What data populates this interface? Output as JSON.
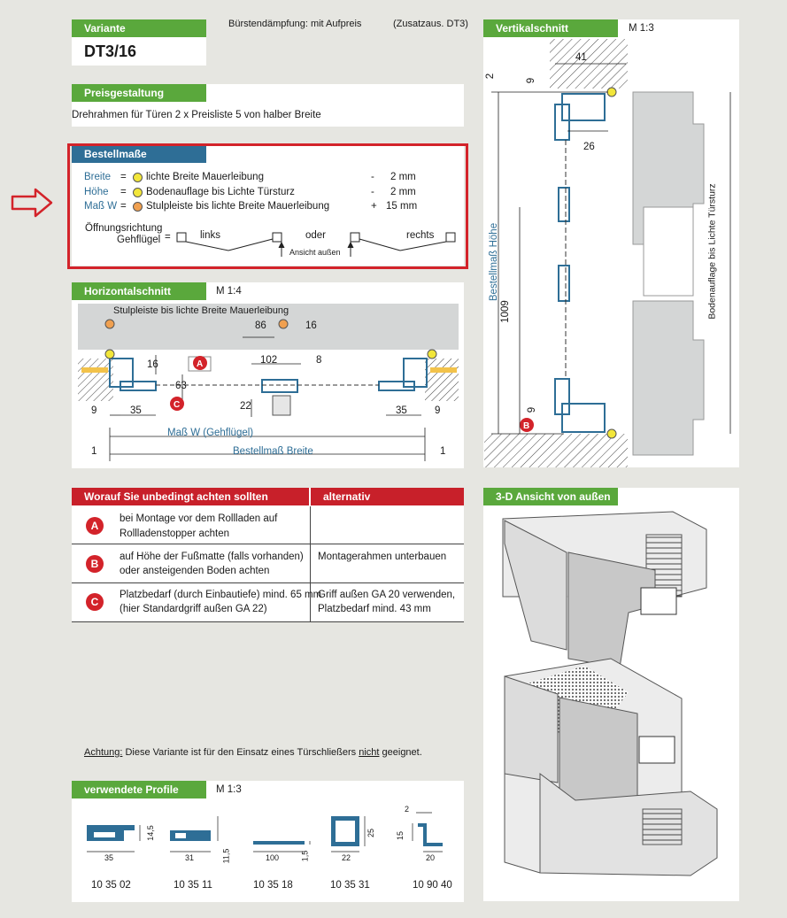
{
  "variante": {
    "label": "Variante",
    "value": "DT3/16"
  },
  "top_notes": {
    "brush": "Bürstendämpfung:  mit Aufpreis",
    "addon": "(Zusatzaus. DT3)"
  },
  "preis": {
    "label": "Preisgestaltung",
    "text": "Drehrahmen für Türen   2 x Preisliste 5  von halber Breite"
  },
  "bestell": {
    "label": "Bestellmaße",
    "rows": [
      {
        "term": "Breite",
        "eq": "=",
        "desc": "lichte Breite Mauerleibung",
        "sign": "-",
        "value": "2 mm"
      },
      {
        "term": "Höhe",
        "eq": "=",
        "desc": "Bodenauflage bis Lichte Türsturz",
        "sign": "-",
        "value": "2 mm"
      },
      {
        "term": "Maß W",
        "eq": "=",
        "desc": "Stulpleiste bis lichte Breite Mauerleibung",
        "sign": "+",
        "value": "15 mm"
      }
    ],
    "opening_label_1": "Öffnungsrichtung",
    "opening_label_2": "Gehflügel",
    "links": "links",
    "oder": "oder",
    "rechts": "rechts",
    "ansicht": "Ansicht außen"
  },
  "horizontal": {
    "label": "Horizontalschnitt",
    "scale": "M 1:4",
    "stulp": "Stulpleiste bis lichte Breite Mauerleibung",
    "dims": [
      "86",
      "16",
      "16",
      "102",
      "8",
      "63",
      "22",
      "9",
      "35",
      "35",
      "9",
      "1",
      "1"
    ],
    "mass_w": "Maß W (Gehflügel)",
    "breite": "Bestellmaß Breite"
  },
  "vertical": {
    "label": "Vertikalschnitt",
    "scale": "M 1:3",
    "dims": [
      "41",
      "2",
      "9",
      "26",
      "1009",
      "9"
    ],
    "hoehe": "Bestellmaß Höhe",
    "boden": "Bodenauflage bis Lichte Türsturz"
  },
  "achten": {
    "label": "Worauf Sie unbedingt achten sollten",
    "alt_label": "alternativ",
    "rows": [
      {
        "mark": "A",
        "text1": "bei Montage vor dem Rollladen auf",
        "text2": "Rollladenstopper achten",
        "alt1": "",
        "alt2": ""
      },
      {
        "mark": "B",
        "text1": "auf Höhe der Fußmatte (falls vorhanden)",
        "text2": "oder ansteigenden Boden achten",
        "alt1": "Montagerahmen unterbauen",
        "alt2": ""
      },
      {
        "mark": "C",
        "text1": "Platzbedarf (durch Einbautiefe) mind. 65 mm",
        "text2": "(hier Standardgriff außen GA 22)",
        "alt1": "Griff außen GA 20 verwenden,",
        "alt2": "Platzbedarf mind. 43 mm"
      }
    ]
  },
  "achtung": {
    "label": "Achtung:",
    "text_pre": "Diese Variante ist für den Einsatz eines Türschließers",
    "text_not": "nicht",
    "text_post": "geeignet."
  },
  "view3d": {
    "label": "3-D Ansicht von außen"
  },
  "profile": {
    "label": "verwendete Profile",
    "scale": "M 1:3",
    "items": [
      {
        "code": "10 35 02",
        "w": "35",
        "h": "14,5"
      },
      {
        "code": "10 35 11",
        "w": "31",
        "h": "11,5"
      },
      {
        "code": "10 35 18",
        "w": "100",
        "h": "1,5"
      },
      {
        "code": "10 35 31",
        "w": "22",
        "h": "25"
      },
      {
        "code": "10 90 40",
        "w": "20",
        "h": "15",
        "t": "2"
      }
    ]
  },
  "colors": {
    "green": "#5aa83c",
    "blue": "#2e6e96",
    "red": "#d3232a"
  }
}
